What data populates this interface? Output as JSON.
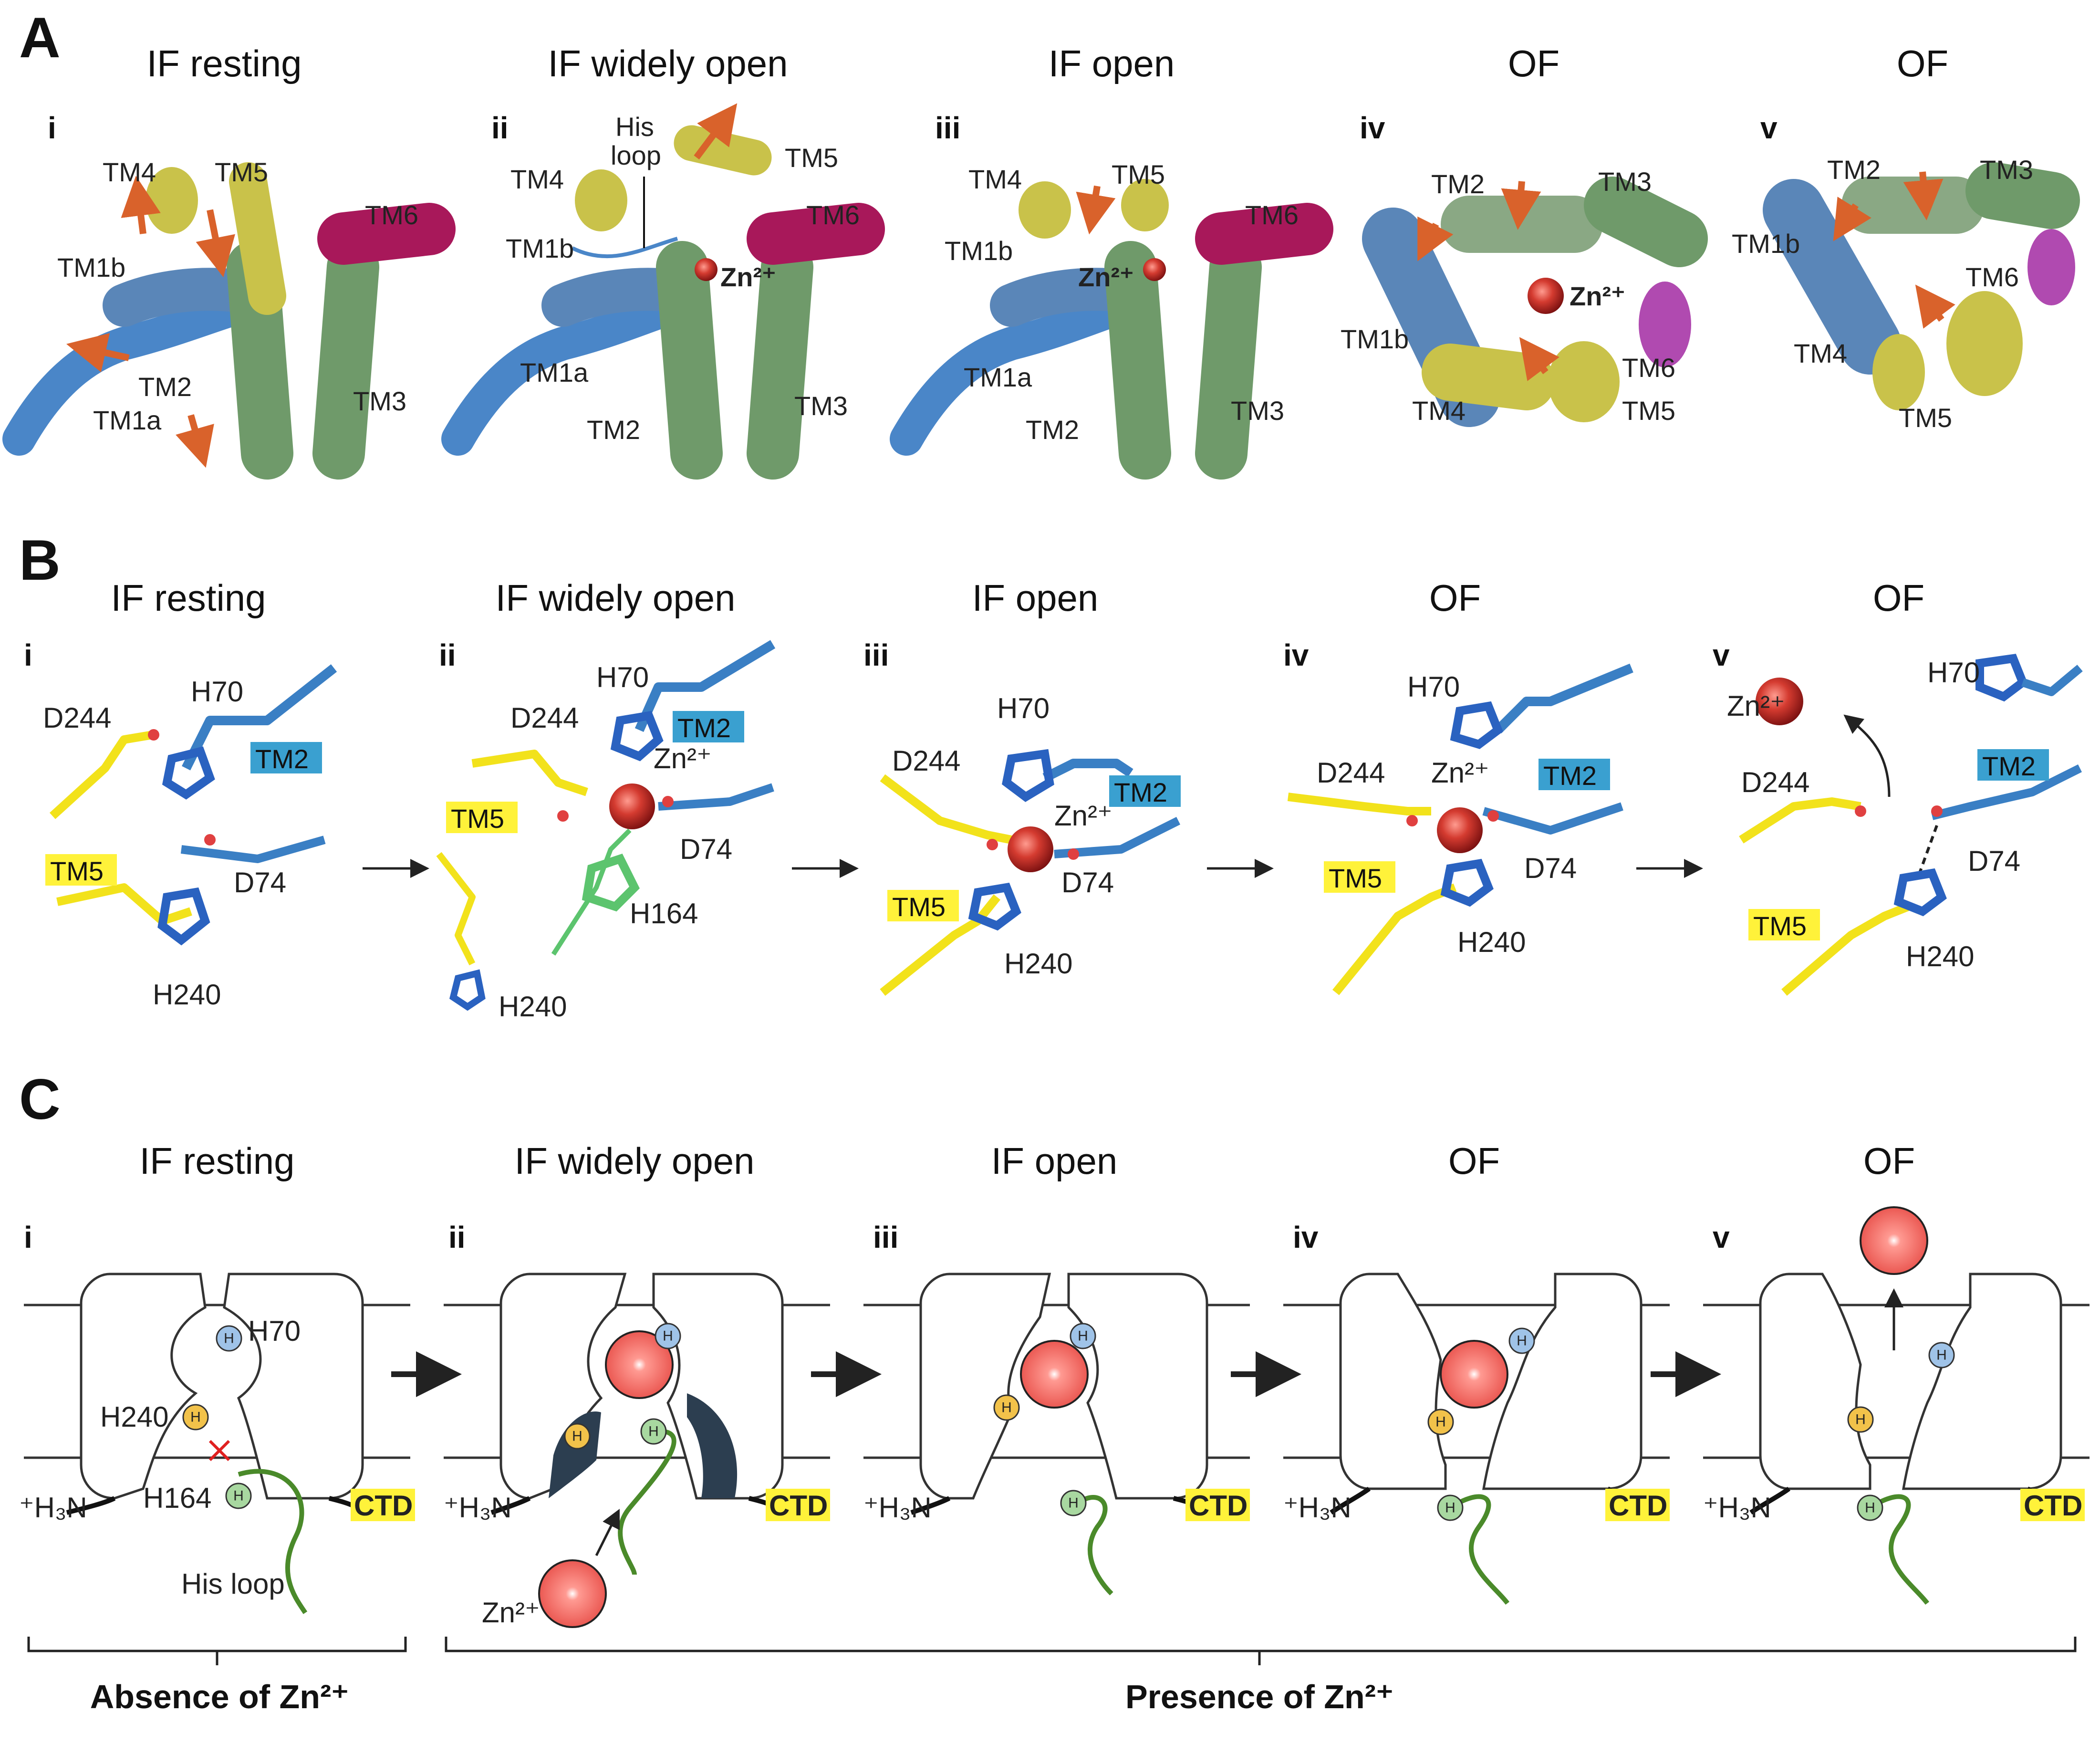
{
  "panels": {
    "A": {
      "letter": "A",
      "states": [
        {
          "title": "IF resting",
          "roman": "i",
          "labels": {
            "tm4": "TM4",
            "tm5": "TM5",
            "tm6": "TM6",
            "tm1b": "TM1b",
            "tm2": "TM2",
            "tm1a": "TM1a",
            "tm3": "TM3"
          }
        },
        {
          "title": "IF widely open",
          "roman": "ii",
          "labels": {
            "his": "His",
            "loop": "loop",
            "tm4": "TM4",
            "tm5": "TM5",
            "tm6": "TM6",
            "tm1b": "TM1b",
            "zn": "Zn²⁺",
            "tm1a": "TM1a",
            "tm2": "TM2",
            "tm3": "TM3"
          }
        },
        {
          "title": "IF open",
          "roman": "iii",
          "labels": {
            "tm4": "TM4",
            "tm5": "TM5",
            "tm6": "TM6",
            "tm1b": "TM1b",
            "zn": "Zn²⁺",
            "tm1a": "TM1a",
            "tm2": "TM2",
            "tm3": "TM3"
          }
        },
        {
          "title": "OF",
          "roman": "iv",
          "labels": {
            "tm2": "TM2",
            "tm3": "TM3",
            "zn": "Zn²⁺",
            "tm1b": "TM1b",
            "tm6": "TM6",
            "tm4": "TM4",
            "tm5": "TM5"
          }
        },
        {
          "title": "OF",
          "roman": "v",
          "labels": {
            "tm2": "TM2",
            "tm3": "TM3",
            "tm1b": "TM1b",
            "tm6": "TM6",
            "tm4": "TM4",
            "tm5": "TM5"
          }
        }
      ]
    },
    "B": {
      "letter": "B",
      "states": [
        {
          "title": "IF resting",
          "roman": "i",
          "labels": {
            "d244": "D244",
            "h70": "H70",
            "tm2": "TM2",
            "tm5": "TM5",
            "d74": "D74",
            "h240": "H240"
          }
        },
        {
          "title": "IF widely open",
          "roman": "ii",
          "labels": {
            "h70": "H70",
            "d244": "D244",
            "tm2": "TM2",
            "zn": "Zn²⁺",
            "tm5": "TM5",
            "d74": "D74",
            "h164": "H164",
            "h240": "H240"
          }
        },
        {
          "title": "IF open",
          "roman": "iii",
          "labels": {
            "h70": "H70",
            "d244": "D244",
            "tm2": "TM2",
            "zn": "Zn²⁺",
            "d74": "D74",
            "tm5": "TM5",
            "h240": "H240"
          }
        },
        {
          "title": "OF",
          "roman": "iv",
          "labels": {
            "h70": "H70",
            "d244": "D244",
            "zn": "Zn²⁺",
            "tm2": "TM2",
            "d74": "D74",
            "tm5": "TM5",
            "h240": "H240"
          }
        },
        {
          "title": "OF",
          "roman": "v",
          "labels": {
            "zn": "Zn²⁺",
            "h70": "H70",
            "d244": "D244",
            "tm2": "TM2",
            "d74": "D74",
            "tm5": "TM5",
            "h240": "H240"
          }
        }
      ]
    },
    "C": {
      "letter": "C",
      "states": [
        {
          "title": "IF resting",
          "roman": "i"
        },
        {
          "title": "IF widely open",
          "roman": "ii"
        },
        {
          "title": "IF open",
          "roman": "iii"
        },
        {
          "title": "OF",
          "roman": "iv"
        },
        {
          "title": "OF",
          "roman": "v"
        }
      ],
      "labels": {
        "h70": "H70",
        "h240": "H240",
        "h164": "H164",
        "his_loop": "His loop",
        "nterm": "⁺H₃N",
        "ctd": "CTD",
        "zn": "Zn²⁺",
        "h": "H"
      },
      "bottom": {
        "absence": "Absence of Zn²⁺",
        "presence": "Presence of Zn²⁺"
      }
    }
  },
  "colors": {
    "tm1": "#4a86c8",
    "tm2": "#6f9a6a",
    "tm3": "#6f9a6a",
    "tm4": "#c9c24a",
    "tm5": "#c9c24a",
    "tm6": "#a8185a",
    "tm6_of": "#b04ab0",
    "zn": "#c0302a",
    "arrow": "#d9622b",
    "stick_yellow": "#f2e21b",
    "stick_blue": "#3a7fc4",
    "stick_green": "#5cc46e",
    "his_loop": "#4a8a2a",
    "h_blue": "#9fc3e8",
    "h_yellow": "#f2c24a",
    "h_green": "#a8d8a0",
    "highlight": "#fff23a",
    "tm2_box": "#3aa0d0"
  }
}
